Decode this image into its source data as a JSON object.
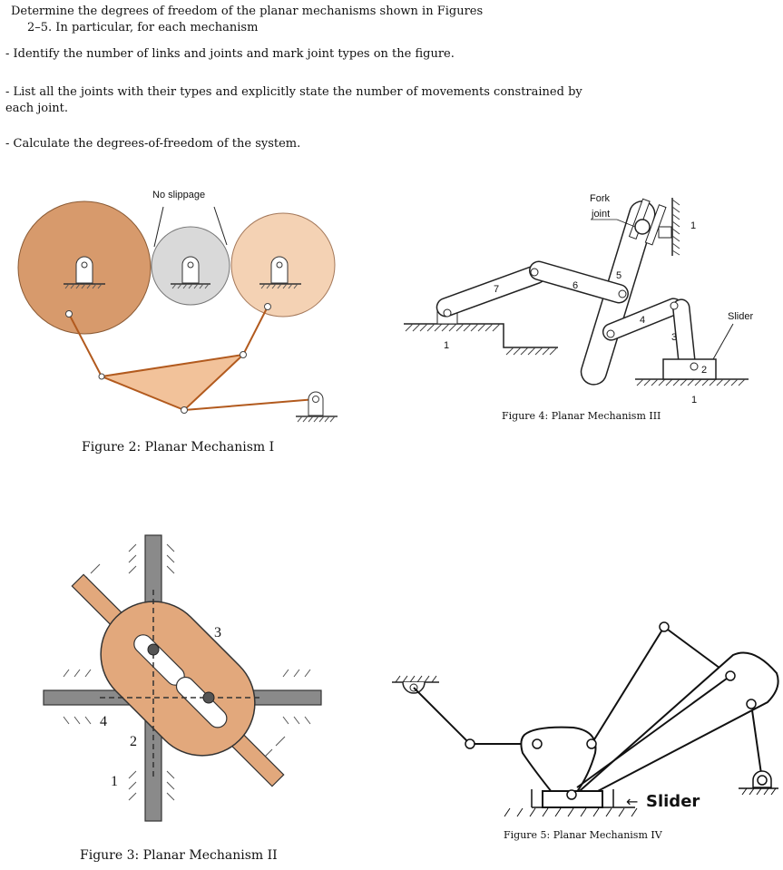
{
  "problem": {
    "line1": "Determine the degrees of freedom of the planar mechanisms shown in Figures",
    "line2": "2–5. In particular, for each mechanism",
    "bullet1": "- Identify the number of links and joints and mark joint types on the figure.",
    "bullet2_line1": "- List all the joints with their types and explicitly state the number of movements constrained by",
    "bullet2_line2": "each joint.",
    "bullet3": "- Calculate the degrees-of-freedom of the system."
  },
  "figure2": {
    "caption": "Figure 2: Planar Mechanism I",
    "annotation": "No slippage",
    "colors": {
      "gear_left": "#d79a6c",
      "gear_mid": "#d9d9d9",
      "gear_right": "#f4d2b4",
      "link": "#b25a1e",
      "triangle": "#f2c29a"
    }
  },
  "figure4": {
    "caption": "Figure 4: Planar Mechanism III",
    "fork_label_1": "Fork",
    "fork_label_2": "joint",
    "slider_label": "Slider",
    "link_numbers": [
      "1",
      "1",
      "1",
      "2",
      "3",
      "4",
      "5",
      "6",
      "7"
    ]
  },
  "figure3": {
    "caption": "Figure 3: Planar Mechanism II",
    "numbers": [
      "1",
      "2",
      "3",
      "4"
    ],
    "colors": {
      "body": "#e2a87c",
      "bar": "#8a8a8a"
    }
  },
  "figure5": {
    "caption": "Figure 5: Planar Mechanism IV",
    "slider_label": "Slider",
    "arrow": "←"
  }
}
